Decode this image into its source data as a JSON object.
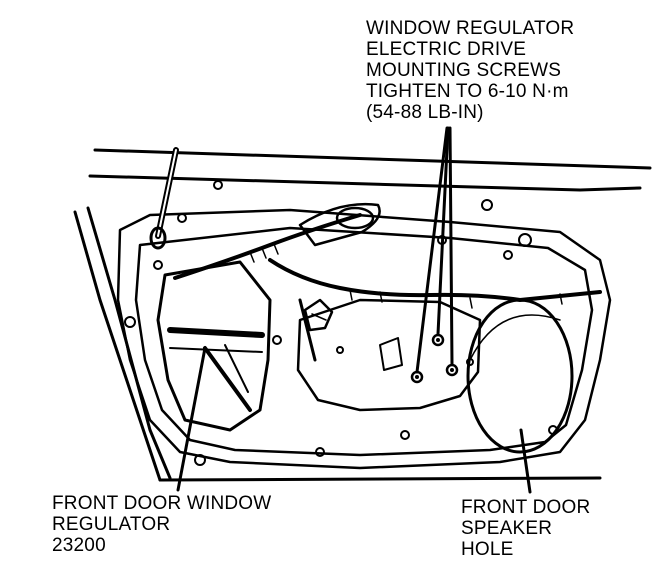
{
  "callouts": {
    "screws": {
      "lines": [
        "WINDOW REGULATOR",
        "ELECTRIC DRIVE",
        "MOUNTING SCREWS",
        "TIGHTEN TO 6-10 N·m",
        "(54-88 LB-IN)"
      ]
    },
    "regulator": {
      "lines": [
        "FRONT DOOR WINDOW",
        "REGULATOR",
        "23200"
      ]
    },
    "speaker": {
      "lines": [
        "FRONT DOOR",
        "SPEAKER",
        "HOLE"
      ]
    }
  },
  "colors": {
    "ink": "#000000",
    "paper": "#ffffff"
  }
}
